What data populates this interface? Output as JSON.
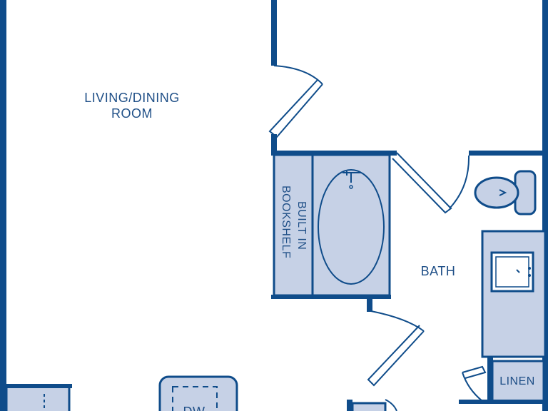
{
  "rooms": {
    "living_line1": "LIVING/DINING",
    "living_line2": "ROOM",
    "bath": "BATH",
    "linen": "LINEN"
  },
  "fixtures": {
    "bookshelf_line1": "BUILT IN",
    "bookshelf_line2": "BOOKSHELF",
    "dishwasher": "DW"
  },
  "colors": {
    "wall": "#0f4c8a",
    "fixture_fill": "#c6d1e6",
    "label": "#1f4f87"
  }
}
